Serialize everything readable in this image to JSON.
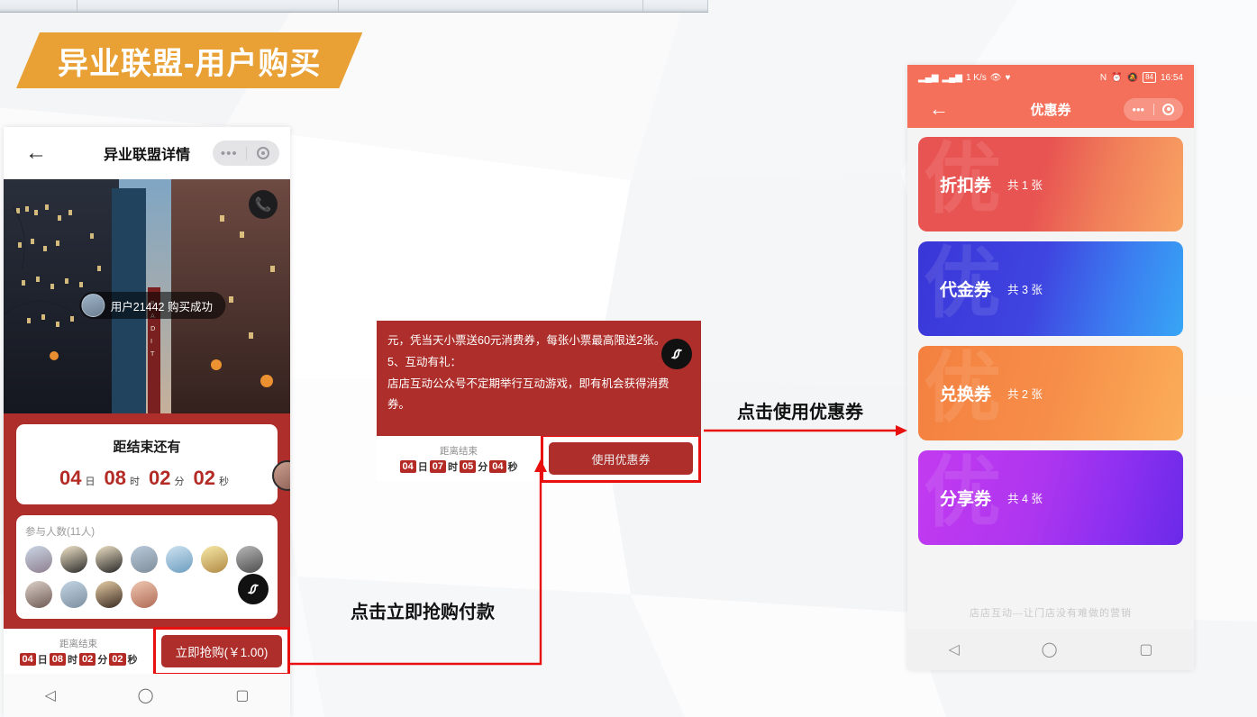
{
  "banner": {
    "title": "异业联盟-用户购买"
  },
  "colors": {
    "banner_orange": "#e9a136",
    "brand_red": "#ad2e2a",
    "highlight_red": "#e8100e",
    "header_orange": "#f4705a"
  },
  "left_phone": {
    "header": {
      "back_icon": "arrow-left-icon",
      "title": "异业联盟详情",
      "capsule_dots": "•••",
      "capsule_target_icon": "target-icon"
    },
    "hero": {
      "call_icon": "phone-call-icon",
      "toast_text": "用户21442 购买成功"
    },
    "countdown_card": {
      "title": "距结束还有",
      "days": "04",
      "days_unit": "日",
      "hours": "08",
      "hours_unit": "时",
      "minutes": "02",
      "minutes_unit": "分",
      "seconds": "02",
      "seconds_unit": "秒"
    },
    "participants": {
      "title": "参与人数(11人)",
      "count": 11,
      "wechat_icon": "wechat-miniprogram-icon"
    },
    "bottom_bar": {
      "countdown_label": "距离结束",
      "days": "04",
      "days_unit": "日",
      "hours": "08",
      "hours_unit": "时",
      "minutes": "02",
      "minutes_unit": "分",
      "seconds": "02",
      "seconds_unit": "秒",
      "buy_button": "立即抢购(￥1.00)"
    },
    "navbar": {
      "back": "◁",
      "home": "◯",
      "recent": "▢"
    }
  },
  "mid_panel": {
    "paragraph_1": "元，凭当天小票送60元消费券，每张小票最高限送2张。",
    "paragraph_2": "5、互动有礼：",
    "paragraph_3": "店店互动公众号不定期举行互动游戏，即有机会获得消费券。",
    "wechat_icon": "wechat-miniprogram-icon",
    "bottom_bar": {
      "countdown_label": "距离结束",
      "days": "04",
      "days_unit": "日",
      "hours": "07",
      "hours_unit": "时",
      "minutes": "05",
      "minutes_unit": "分",
      "seconds": "04",
      "seconds_unit": "秒",
      "use_button": "使用优惠券"
    }
  },
  "right_phone": {
    "status_bar": {
      "signal_icon": "signal-bars-icon",
      "signal2_icon": "signal-bars-icon",
      "network_speed": "1 K/s",
      "eye_icon": "eye-icon",
      "heart_icon": "heart-icon",
      "nfc_icon": "nfc-icon",
      "alarm_icon": "alarm-icon",
      "mute_icon": "mute-icon",
      "battery_level": "84",
      "time": "16:54"
    },
    "header": {
      "back_icon": "arrow-left-icon",
      "title": "优惠券",
      "capsule_dots": "•••",
      "capsule_target_icon": "target-icon"
    },
    "coupons": [
      {
        "name": "折扣券",
        "count": "共 1 张",
        "color_a": "#e85452",
        "color_b": "#f89b63",
        "watermark": "优"
      },
      {
        "name": "代金券",
        "count": "共 3 张",
        "color_a": "#3a36d8",
        "color_b": "#37a6f5",
        "watermark": "优"
      },
      {
        "name": "兑换券",
        "count": "共 2 张",
        "color_a": "#f4803f",
        "color_b": "#fbae59",
        "watermark": "优"
      },
      {
        "name": "分享券",
        "count": "共 4 张",
        "color_a": "#c23af0",
        "color_b": "#6a2ae8",
        "watermark": "优"
      }
    ],
    "watermark": "店店互动—让门店没有难做的营销",
    "navbar": {
      "back": "◁",
      "home": "◯",
      "recent": "▢"
    }
  },
  "annotations": {
    "use_coupon": "点击使用优惠券",
    "buy_now": "点击立即抢购付款"
  }
}
